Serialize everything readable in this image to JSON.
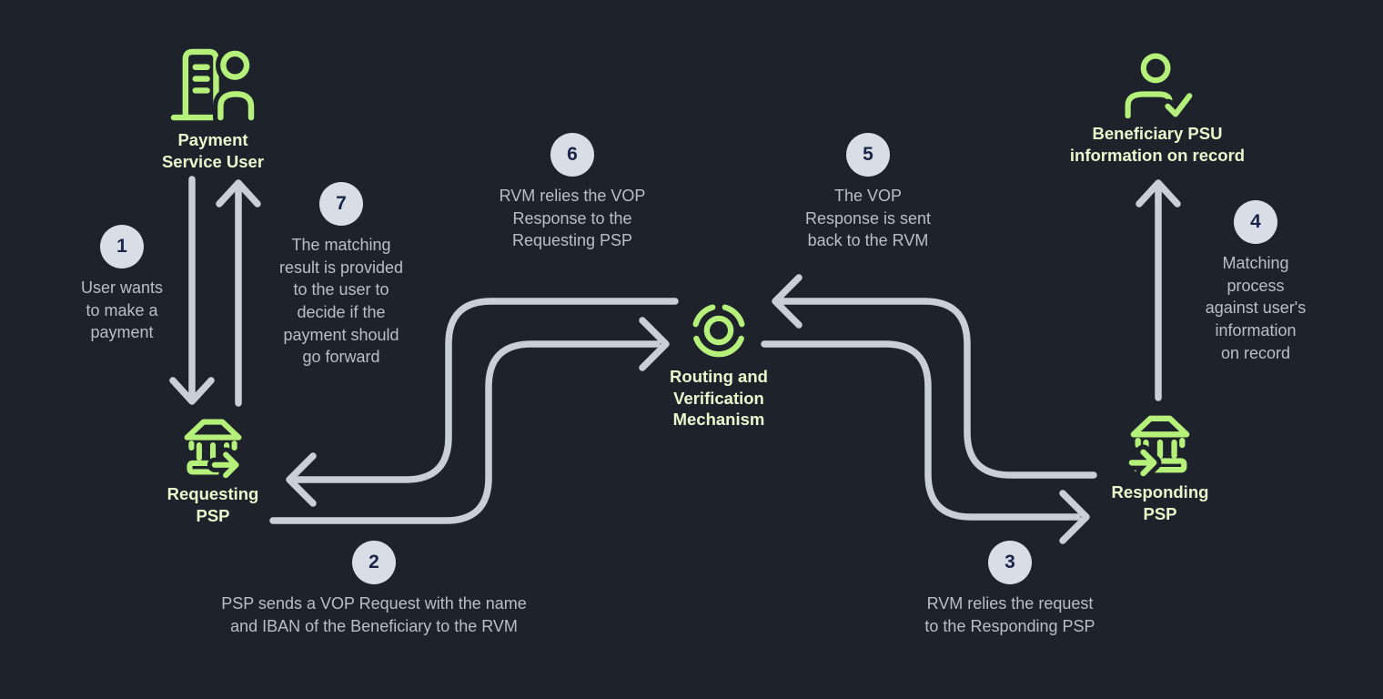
{
  "colors": {
    "background": "#1e232b",
    "icon_green": "#b5f07a",
    "label_green": "#e8f7cd",
    "arrow_gray": "#c9cfd9",
    "step_text_gray": "#b9bfc9",
    "badge_bg": "#d9dde5",
    "badge_number": "#1b2547"
  },
  "nodes": {
    "psu": {
      "label": "Payment\nService User",
      "icon": "building-person-icon"
    },
    "requesting_psp": {
      "label": "Requesting\nPSP",
      "icon": "bank-outgoing-arrow-icon"
    },
    "rvm": {
      "label": "Routing and\nVerification\nMechanism",
      "icon": "radar-scan-icon"
    },
    "responding_psp": {
      "label": "Responding\nPSP",
      "icon": "bank-incoming-arrow-icon"
    },
    "beneficiary": {
      "label": "Beneficiary PSU\ninformation on record",
      "icon": "person-check-icon"
    }
  },
  "steps": [
    {
      "number": "1",
      "text": "User wants\nto make a\npayment"
    },
    {
      "number": "2",
      "text": "PSP sends a VOP Request with the name\nand IBAN of the Beneficiary to the RVM"
    },
    {
      "number": "3",
      "text": "RVM relies the request\nto the Responding PSP"
    },
    {
      "number": "4",
      "text": "Matching\nprocess\nagainst user's\ninformation\non record"
    },
    {
      "number": "5",
      "text": "The VOP\nResponse is sent\nback to the RVM"
    },
    {
      "number": "6",
      "text": "RVM relies the VOP\nResponse to the\nRequesting PSP"
    },
    {
      "number": "7",
      "text": "The matching\nresult is provided\nto the user to\ndecide if the\npayment should\ngo forward"
    }
  ]
}
